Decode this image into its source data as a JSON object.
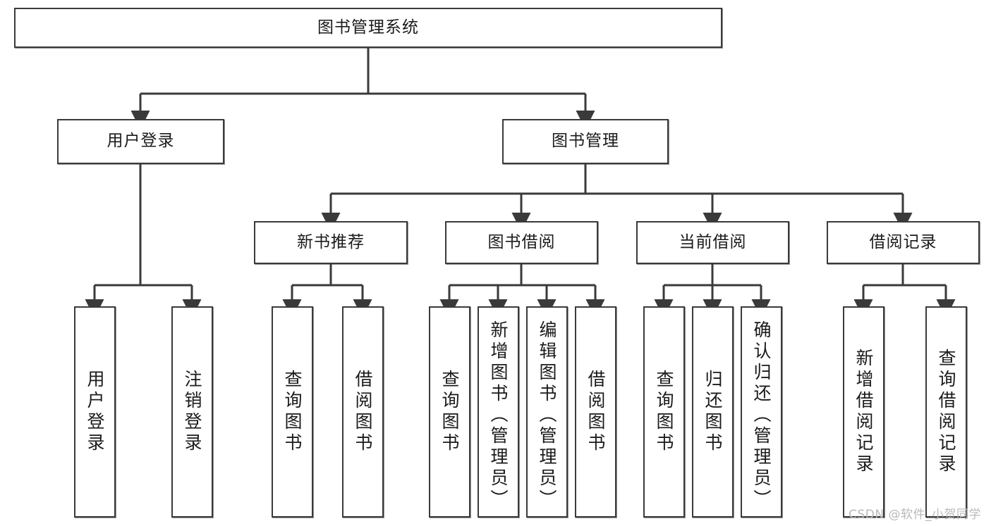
{
  "diagram": {
    "title": "图书管理系统",
    "type": "tree-hierarchy",
    "orientation": "top-down",
    "colors": {
      "box_border": "#3a3a3a",
      "box_fill": "#ffffff",
      "edge": "#3a3a3a",
      "text": "#1b1b1b",
      "watermark": "#b9b9b9",
      "background": "#ffffff"
    }
  },
  "nodes": {
    "root": {
      "label": "图书管理系统"
    },
    "level2": [
      {
        "label": "用户登录"
      },
      {
        "label": "图书管理"
      }
    ],
    "level3": [
      {
        "label": "新书推荐"
      },
      {
        "label": "图书借阅"
      },
      {
        "label": "当前借阅"
      },
      {
        "label": "借阅记录"
      }
    ],
    "leaves": {
      "user_login": [
        {
          "label": "用户登录"
        },
        {
          "label": "注销登录"
        }
      ],
      "new_book_recommend": [
        {
          "label": "查询图书"
        },
        {
          "label": "借阅图书"
        }
      ],
      "book_borrow": [
        {
          "label": "查询图书"
        },
        {
          "label": "新增图书（管理员）"
        },
        {
          "label": "编辑图书（管理员）"
        },
        {
          "label": "借阅图书"
        }
      ],
      "current_borrow": [
        {
          "label": "查询图书"
        },
        {
          "label": "归还图书"
        },
        {
          "label": "确认归还（管理员）"
        }
      ],
      "borrow_record": [
        {
          "label": "新增借阅记录"
        },
        {
          "label": "查询借阅记录"
        }
      ]
    }
  },
  "watermark": {
    "text": "CSDN @软件_小贺同学"
  }
}
